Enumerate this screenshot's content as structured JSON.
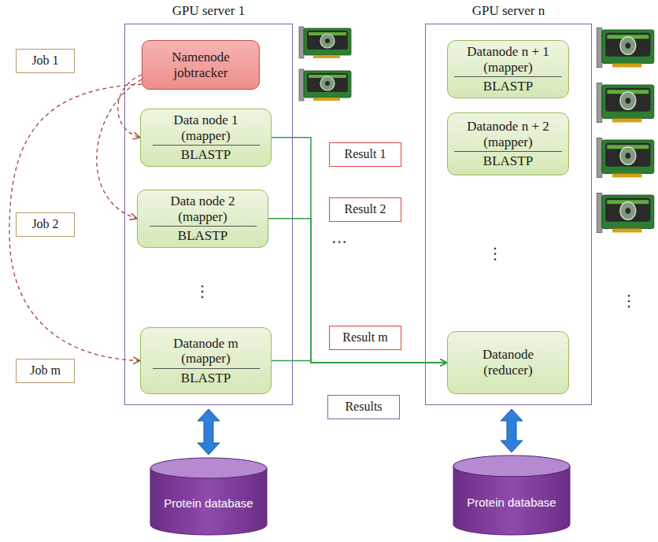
{
  "diagram": {
    "nodes": [
      {
        "text": [
          "GPU server 1"
        ]
      },
      {
        "text": [
          "Namenode jobtracker"
        ],
        "in": 0
      },
      {
        "text": [
          "Data node 1 (mapper)",
          "BLASTP"
        ],
        "in": 0
      },
      {
        "text": [
          "Data node 2 (mapper)",
          "BLASTP"
        ],
        "in": 0
      },
      {
        "text": [
          "Datanode m (mapper)",
          "BLASTP"
        ],
        "in": 0
      },
      {
        "text": [
          "GPU server n"
        ]
      },
      {
        "text": [
          "Datanode n + 1 (mapper)",
          "BLASTP"
        ],
        "in": 5
      },
      {
        "text": [
          "Datanode n + 2 (mapper)",
          "BLASTP"
        ],
        "in": 5
      },
      {
        "text": [
          "Datanode (reducer)"
        ],
        "in": 5
      },
      {
        "text": [
          "Job 1"
        ]
      },
      {
        "text": [
          "Job 2"
        ]
      },
      {
        "text": [
          "Job m"
        ]
      },
      {
        "text": [
          "Result 1"
        ]
      },
      {
        "text": [
          "Result 2"
        ]
      },
      {
        "text": [
          "Result m"
        ]
      },
      {
        "text": [
          "Results"
        ]
      },
      {
        "text": [
          "Protein database"
        ]
      },
      {
        "text": [
          "Protein database"
        ]
      }
    ],
    "edges": [
      {
        "from": 1,
        "to": 2,
        "arrow": "to"
      },
      {
        "from": 1,
        "to": 3,
        "arrow": "to"
      },
      {
        "from": 1,
        "to": 4,
        "arrow": "to"
      },
      {
        "from": 2,
        "to": 8,
        "arrow": "to"
      },
      {
        "from": 3,
        "to": 8,
        "arrow": "to"
      },
      {
        "from": 4,
        "to": 8,
        "arrow": "to"
      },
      {
        "from": 0,
        "to": 16,
        "arrow": "both"
      },
      {
        "from": 5,
        "to": 17,
        "arrow": "both"
      }
    ],
    "labels": [
      "⋮",
      "…",
      "⋮",
      "⋮"
    ]
  }
}
